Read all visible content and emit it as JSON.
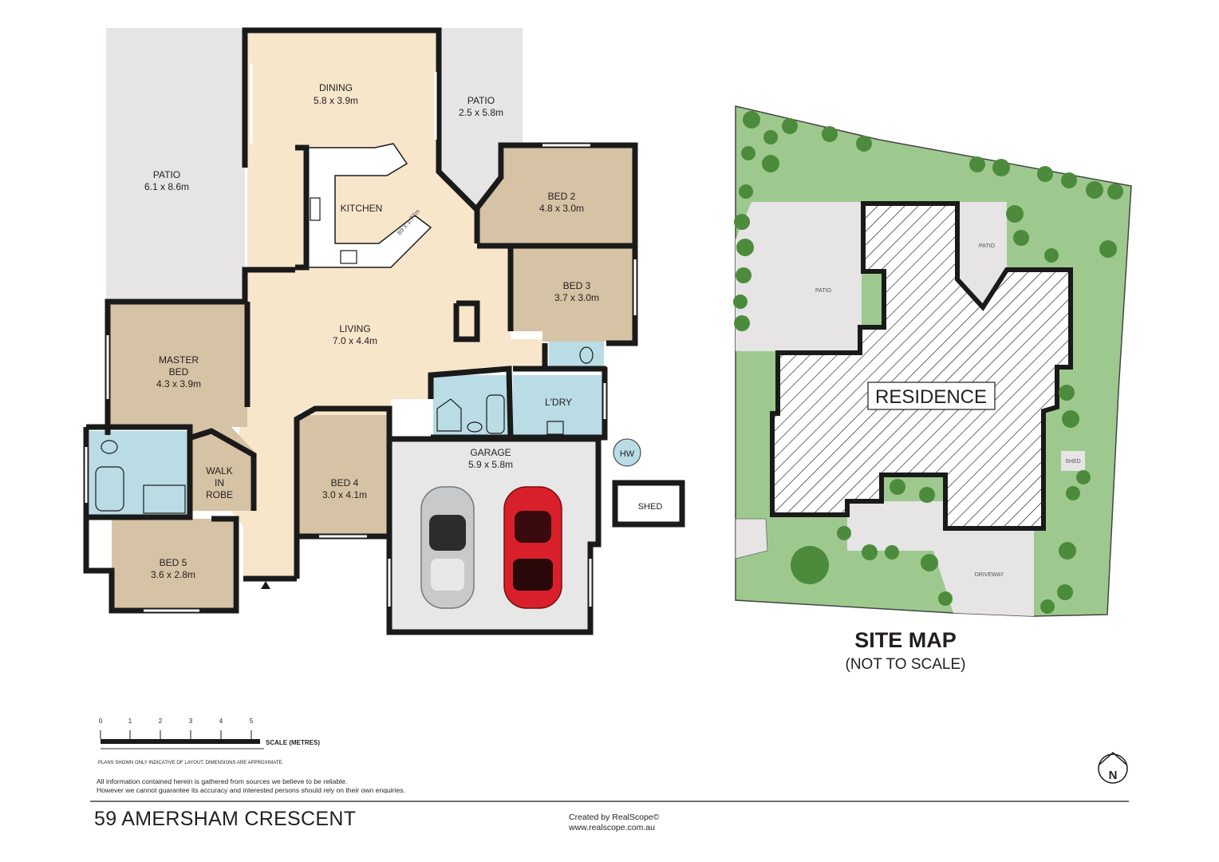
{
  "floorplan": {
    "rooms": [
      {
        "name": "DINING",
        "dims": "5.8 x 3.9m"
      },
      {
        "name": "PATIO",
        "dims": "2.5 x 5.8m"
      },
      {
        "name": "PATIO",
        "dims": "6.1 x 8.6m"
      },
      {
        "name": "KITCHEN",
        "dims": ""
      },
      {
        "name": "BED 2",
        "dims": "4.8 x 3.0m"
      },
      {
        "name": "BED 3",
        "dims": "3.7 x 3.0m"
      },
      {
        "name": "LIVING",
        "dims": "7.0 x 4.4m"
      },
      {
        "name": "MASTER",
        "name2": "BED",
        "dims": "4.3 x 3.9m"
      },
      {
        "name": "WALK",
        "name2": "IN",
        "name3": "ROBE"
      },
      {
        "name": "L'DRY",
        "dims": ""
      },
      {
        "name": "GARAGE",
        "dims": "5.9 x 5.8m"
      },
      {
        "name": "BED 4",
        "dims": "3.0 x 4.1m"
      },
      {
        "name": "BED 5",
        "dims": "3.6 x 2.8m"
      },
      {
        "name": "HW"
      },
      {
        "name": "SHED"
      }
    ],
    "kitchen_bench_note": "89 x 1.77m"
  },
  "site_map": {
    "title": "SITE MAP",
    "subtitle": "(NOT TO SCALE)",
    "residence_label": "RESIDENCE",
    "patio_left": "PATIO",
    "patio_right": "PATIO",
    "shed": "SHED",
    "driveway": "DRIVEWAY"
  },
  "scale_bar": {
    "ticks": [
      "0",
      "1",
      "2",
      "3",
      "4",
      "5"
    ],
    "label": "SCALE (METRES)",
    "note": "PLANS SHOWN ONLY INDICATIVE OF LAYOUT. DIMENSIONS ARE APPROXIMATE."
  },
  "disclaimer": {
    "line1": "All information contained herein is gathered from sources we believe to be reliable.",
    "line2": "However we cannot guarantee its accuracy and interested persons should rely on their own enquiries."
  },
  "footer": {
    "address": "59 AMERSHAM CRESCENT",
    "credit_line1": "Created by RealScope©",
    "credit_line2": "www.realscope.com.au"
  },
  "compass": {
    "label": "N"
  },
  "colors": {
    "room_living": "#f8e6cb",
    "room_bed": "#d6c2a4",
    "patio": "#e6e4e4",
    "wet_area": "#b9dce5",
    "garage": "#e8e7e7",
    "garden": "#9ec98e"
  }
}
